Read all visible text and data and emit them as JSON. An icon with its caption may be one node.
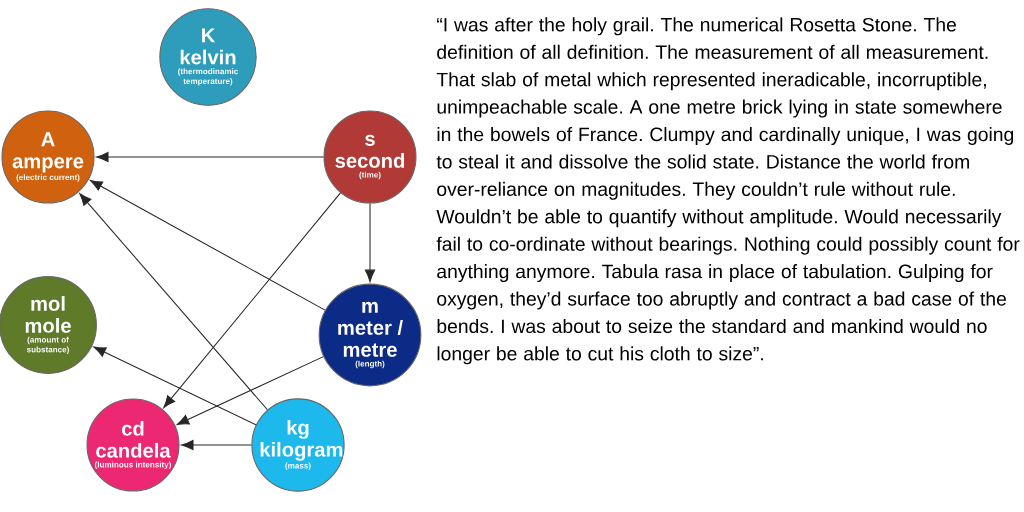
{
  "diagram": {
    "nodes": [
      {
        "text": [
          "K",
          "kelvin",
          "(thermodinamic temperature)"
        ]
      },
      {
        "text": [
          "A",
          "ampere",
          "(electric current)"
        ]
      },
      {
        "text": [
          "s",
          "second",
          "(time)"
        ]
      },
      {
        "text": [
          "mol",
          "mole",
          "(amount of substance)"
        ]
      },
      {
        "text": [
          "m",
          "meter / metre",
          "(length)"
        ]
      },
      {
        "text": [
          "cd",
          "candela",
          "(luminous intensity)"
        ]
      },
      {
        "text": [
          "kg",
          "kilogram",
          "(mass)"
        ]
      }
    ],
    "edges": [
      {
        "from": 2,
        "to": 1,
        "arrow": "to"
      },
      {
        "from": 2,
        "to": 4,
        "arrow": "to"
      },
      {
        "from": 2,
        "to": 5,
        "arrow": "to"
      },
      {
        "from": 4,
        "to": 1,
        "arrow": "to"
      },
      {
        "from": 4,
        "to": 5,
        "arrow": "to"
      },
      {
        "from": 6,
        "to": 1,
        "arrow": "to"
      },
      {
        "from": 6,
        "to": 3,
        "arrow": "to"
      },
      {
        "from": 6,
        "to": 5,
        "arrow": "to"
      }
    ],
    "labels": [
      "“I was after the holy grail. The numerical Rosetta Stone. The definition of all definition. The measurement of all measurement. That slab of metal which represented ineradicable, incorruptible, unimpeachable scale. A one metre brick lying in state somewhere in the bowels of France. Clumpy and cardinally unique, I was going to steal it and dissolve the solid state. Distance the world from over-reliance on magnitudes. They couldn’t rule without rule. Wouldn’t be able to quantify without amplitude. Would necessarily fail to co-ordinate without bearings. Nothing could possibly count for anything anymore. Tabula rasa in place of tabulation. Gulping for oxygen, they’d surface too abruptly and contract a bad case of the bends. I was about to seize the standard and mankind would no longer be able to cut his cloth to size”."
    ]
  }
}
